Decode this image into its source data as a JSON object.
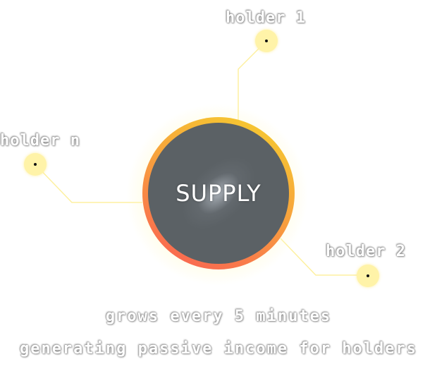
{
  "center": {
    "label": "SUPPLY"
  },
  "holders": [
    {
      "label": "holder 1"
    },
    {
      "label": "holder 2"
    },
    {
      "label": "holder n"
    }
  ],
  "captions": {
    "line1": "grows every 5 minutes",
    "line2": "generating passive income for holders"
  },
  "colors": {
    "ring_top": "#f6d02e",
    "ring_bottom": "#fa5b55",
    "core": "#5b6165",
    "node": "#fff3a8",
    "connector": "#fdf0a0"
  }
}
